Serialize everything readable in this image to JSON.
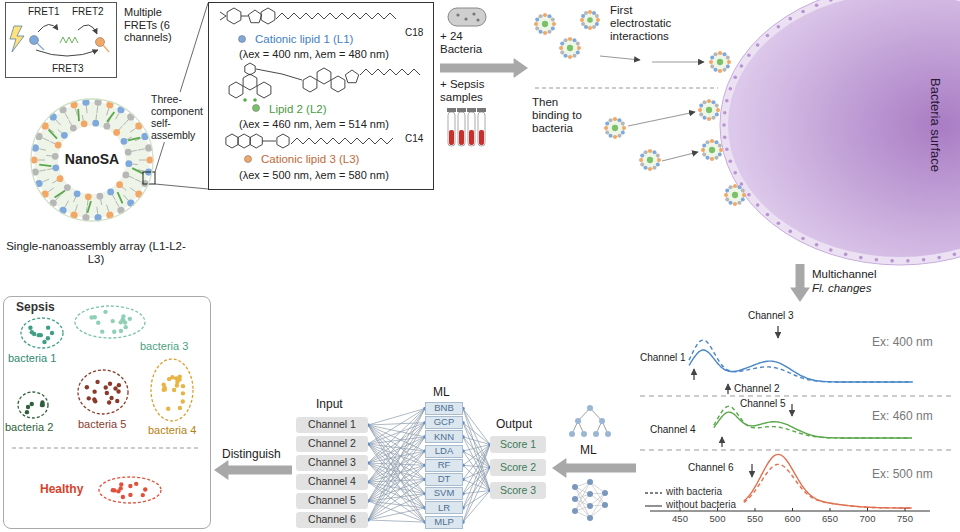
{
  "diagram": {
    "nodes": [
      {
        "text": [
          "FRET1",
          "FRET2",
          "FRET3"
        ]
      },
      {
        "text": [
          "NanoSA"
        ]
      },
      {
        "text": [
          "C18",
          "Cationic lipid 1 (L1)",
          "(λex = 400 nm, λem = 480 nm)",
          "Lipid 2 (L2)",
          "(λex = 460 nm, λem = 514 nm)",
          "C14",
          "Cationic lipid 3 (L3)",
          "(λex = 500 nm, λem = 580 nm)"
        ]
      },
      {
        "text": [
          "Channel 1"
        ]
      },
      {
        "text": [
          "Channel 2"
        ]
      },
      {
        "text": [
          "Channel 3"
        ]
      },
      {
        "text": [
          "Channel 4"
        ]
      },
      {
        "text": [
          "Channel 5"
        ]
      },
      {
        "text": [
          "Channel 6"
        ]
      },
      {
        "text": [
          "BNB"
        ]
      },
      {
        "text": [
          "GCP"
        ]
      },
      {
        "text": [
          "KNN"
        ]
      },
      {
        "text": [
          "LDA"
        ]
      },
      {
        "text": [
          "RF"
        ]
      },
      {
        "text": [
          "DT"
        ]
      },
      {
        "text": [
          "SVM"
        ]
      },
      {
        "text": [
          "LR"
        ]
      },
      {
        "text": [
          "MLP"
        ]
      },
      {
        "text": [
          "Score 1"
        ]
      },
      {
        "text": [
          "Score 2"
        ]
      },
      {
        "text": [
          "Score 3"
        ]
      },
      {
        "text": [
          "Sepsis"
        ]
      },
      {
        "text": [
          "bacteria 1"
        ],
        "in": 21
      },
      {
        "text": [
          "bacteria 3"
        ],
        "in": 21
      },
      {
        "text": [
          "bacteria 2"
        ],
        "in": 21
      },
      {
        "text": [
          "bacteria 5"
        ],
        "in": 21
      },
      {
        "text": [
          "bacteria 4"
        ],
        "in": 21
      },
      {
        "text": [
          "Healthy"
        ],
        "in": 21
      }
    ],
    "edges": [
      {
        "from": 3,
        "to": 9,
        "arrow": "none"
      },
      {
        "from": 3,
        "to": 10,
        "arrow": "none"
      },
      {
        "from": 3,
        "to": 11,
        "arrow": "none"
      },
      {
        "from": 3,
        "to": 12,
        "arrow": "none"
      },
      {
        "from": 3,
        "to": 13,
        "arrow": "none"
      },
      {
        "from": 3,
        "to": 14,
        "arrow": "none"
      },
      {
        "from": 3,
        "to": 15,
        "arrow": "none"
      },
      {
        "from": 3,
        "to": 16,
        "arrow": "none"
      },
      {
        "from": 3,
        "to": 17,
        "arrow": "none"
      },
      {
        "from": 4,
        "to": 9,
        "arrow": "none"
      },
      {
        "from": 4,
        "to": 10,
        "arrow": "none"
      },
      {
        "from": 4,
        "to": 11,
        "arrow": "none"
      },
      {
        "from": 4,
        "to": 12,
        "arrow": "none"
      },
      {
        "from": 4,
        "to": 13,
        "arrow": "none"
      },
      {
        "from": 4,
        "to": 14,
        "arrow": "none"
      },
      {
        "from": 4,
        "to": 15,
        "arrow": "none"
      },
      {
        "from": 4,
        "to": 16,
        "arrow": "none"
      },
      {
        "from": 4,
        "to": 17,
        "arrow": "none"
      },
      {
        "from": 5,
        "to": 9,
        "arrow": "none"
      },
      {
        "from": 5,
        "to": 10,
        "arrow": "none"
      },
      {
        "from": 5,
        "to": 11,
        "arrow": "none"
      },
      {
        "from": 5,
        "to": 12,
        "arrow": "none"
      },
      {
        "from": 5,
        "to": 13,
        "arrow": "none"
      },
      {
        "from": 5,
        "to": 14,
        "arrow": "none"
      },
      {
        "from": 5,
        "to": 15,
        "arrow": "none"
      },
      {
        "from": 5,
        "to": 16,
        "arrow": "none"
      },
      {
        "from": 5,
        "to": 17,
        "arrow": "none"
      },
      {
        "from": 6,
        "to": 9,
        "arrow": "none"
      },
      {
        "from": 6,
        "to": 10,
        "arrow": "none"
      },
      {
        "from": 6,
        "to": 11,
        "arrow": "none"
      },
      {
        "from": 6,
        "to": 12,
        "arrow": "none"
      },
      {
        "from": 6,
        "to": 13,
        "arrow": "none"
      },
      {
        "from": 6,
        "to": 14,
        "arrow": "none"
      },
      {
        "from": 6,
        "to": 15,
        "arrow": "none"
      },
      {
        "from": 6,
        "to": 16,
        "arrow": "none"
      },
      {
        "from": 6,
        "to": 17,
        "arrow": "none"
      },
      {
        "from": 7,
        "to": 9,
        "arrow": "none"
      },
      {
        "from": 7,
        "to": 10,
        "arrow": "none"
      },
      {
        "from": 7,
        "to": 11,
        "arrow": "none"
      },
      {
        "from": 7,
        "to": 12,
        "arrow": "none"
      },
      {
        "from": 7,
        "to": 13,
        "arrow": "none"
      },
      {
        "from": 7,
        "to": 14,
        "arrow": "none"
      },
      {
        "from": 7,
        "to": 15,
        "arrow": "none"
      },
      {
        "from": 7,
        "to": 16,
        "arrow": "none"
      },
      {
        "from": 7,
        "to": 17,
        "arrow": "none"
      },
      {
        "from": 8,
        "to": 9,
        "arrow": "none"
      },
      {
        "from": 8,
        "to": 10,
        "arrow": "none"
      },
      {
        "from": 8,
        "to": 11,
        "arrow": "none"
      },
      {
        "from": 8,
        "to": 12,
        "arrow": "none"
      },
      {
        "from": 8,
        "to": 13,
        "arrow": "none"
      },
      {
        "from": 8,
        "to": 14,
        "arrow": "none"
      },
      {
        "from": 8,
        "to": 15,
        "arrow": "none"
      },
      {
        "from": 8,
        "to": 16,
        "arrow": "none"
      },
      {
        "from": 8,
        "to": 17,
        "arrow": "none"
      },
      {
        "from": 9,
        "to": 18,
        "arrow": "none"
      },
      {
        "from": 9,
        "to": 19,
        "arrow": "none"
      },
      {
        "from": 9,
        "to": 20,
        "arrow": "none"
      },
      {
        "from": 10,
        "to": 18,
        "arrow": "none"
      },
      {
        "from": 10,
        "to": 19,
        "arrow": "none"
      },
      {
        "from": 10,
        "to": 20,
        "arrow": "none"
      },
      {
        "from": 11,
        "to": 18,
        "arrow": "none"
      },
      {
        "from": 11,
        "to": 19,
        "arrow": "none"
      },
      {
        "from": 11,
        "to": 20,
        "arrow": "none"
      },
      {
        "from": 12,
        "to": 18,
        "arrow": "none"
      },
      {
        "from": 12,
        "to": 19,
        "arrow": "none"
      },
      {
        "from": 12,
        "to": 20,
        "arrow": "none"
      },
      {
        "from": 13,
        "to": 18,
        "arrow": "none"
      },
      {
        "from": 13,
        "to": 19,
        "arrow": "none"
      },
      {
        "from": 13,
        "to": 20,
        "arrow": "none"
      },
      {
        "from": 14,
        "to": 18,
        "arrow": "none"
      },
      {
        "from": 14,
        "to": 19,
        "arrow": "none"
      },
      {
        "from": 14,
        "to": 20,
        "arrow": "none"
      },
      {
        "from": 15,
        "to": 18,
        "arrow": "none"
      },
      {
        "from": 15,
        "to": 19,
        "arrow": "none"
      },
      {
        "from": 15,
        "to": 20,
        "arrow": "none"
      },
      {
        "from": 16,
        "to": 18,
        "arrow": "none"
      },
      {
        "from": 16,
        "to": 19,
        "arrow": "none"
      },
      {
        "from": 16,
        "to": 20,
        "arrow": "none"
      },
      {
        "from": 17,
        "to": 18,
        "arrow": "none"
      },
      {
        "from": 17,
        "to": 19,
        "arrow": "none"
      },
      {
        "from": 17,
        "to": 20,
        "arrow": "none"
      }
    ],
    "labels": [
      "Multiple FRETs (6 channels)",
      "Single-nanoassembly array (L1-L2-L3)",
      "Three-component self-assembly",
      "+ 24 Bacteria",
      "+ Sepsis samples",
      "First electrostatic interactions",
      "Then binding to bacteria",
      "Bacteria surface",
      "Multichannel",
      "Fl. changes",
      "Channel 3",
      "Channel 1",
      "Channel 2",
      "Ex: 400 nm",
      "Channel 5",
      "Channel 4",
      "Ex: 460 nm",
      "Channel 6",
      "Ex: 500 nm",
      "450",
      "500",
      "550",
      "600",
      "650",
      "700",
      "750",
      "Input",
      "ML",
      "Output",
      "ML",
      "Distinguish"
    ],
    "legend": [
      {
        "text": "with bacteria"
      },
      {
        "text": "without bacteria"
      }
    ]
  }
}
